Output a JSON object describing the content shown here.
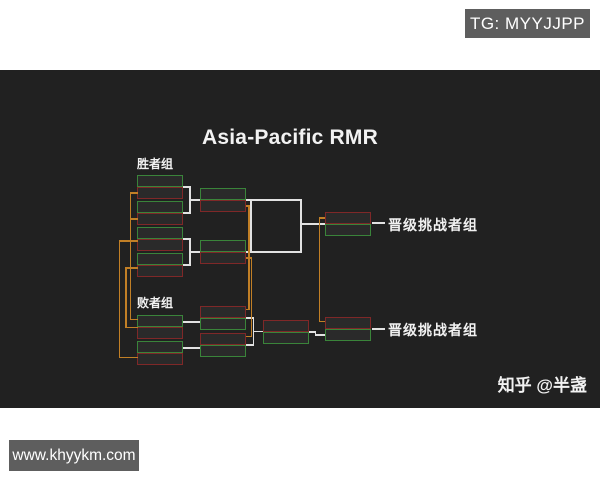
{
  "watermarks": {
    "tg": "TG: MYYJJPP",
    "website": "www.khyykm.com",
    "credit": "知乎 @半盏"
  },
  "diagram": {
    "title": "Asia-Pacific RMR",
    "upper_bracket_label": "胜者组",
    "lower_bracket_label": "败者组",
    "upper_final_outcome": "晋级挑战者组",
    "lower_final_outcome": "晋级挑战者组",
    "type": "double-elimination-bracket",
    "upper_round1_matches": 4,
    "upper_round2_matches": 2,
    "upper_final_matches": 1,
    "lower_round1_matches": 2,
    "lower_round2_matches": 2,
    "lower_semifinal_matches": 1,
    "lower_final_matches": 1,
    "team_slots_are_unlabeled": true
  },
  "colors": {
    "page_bg": "#ffffff",
    "panel_bg": "#212121",
    "team_green": "#3a843a",
    "team_red": "#7f2828",
    "loser_drop_line": "#c17f26",
    "winner_line": "#e2e2e2",
    "watermark_bg": "#5e5e5e",
    "text": "#f2f2f2"
  }
}
